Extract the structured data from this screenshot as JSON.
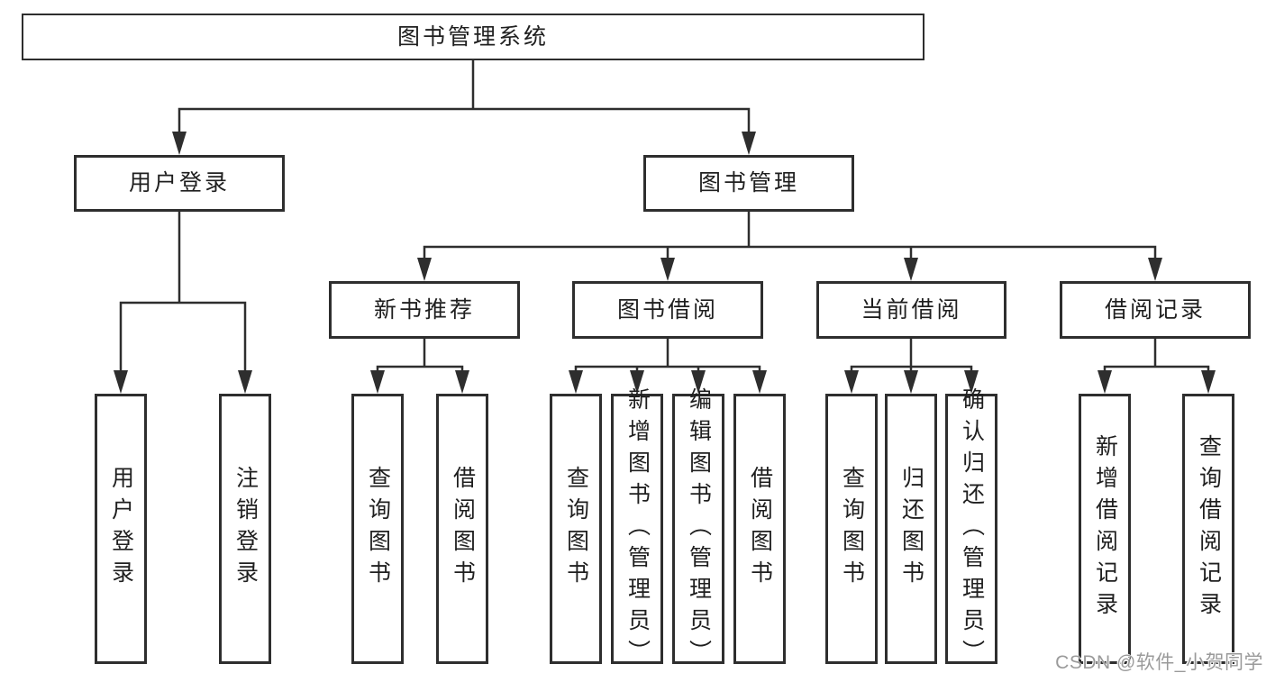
{
  "colors": {
    "background": "#ffffff",
    "line": "#2e2e2e",
    "box_border": "#2e2e2e",
    "text": "#1f1f1f",
    "watermark": "#9a9a9a"
  },
  "watermark": {
    "text": "CSDN @软件_小贺同学"
  },
  "diagram": {
    "type": "hierarchy-tree",
    "nodes": {
      "root": {
        "label": "图书管理系统"
      },
      "user_login": {
        "label": "用户登录"
      },
      "book_mgmt": {
        "label": "图书管理"
      },
      "new_book_rec": {
        "label": "新书推荐"
      },
      "book_borrow": {
        "label": "图书借阅"
      },
      "current_borrow": {
        "label": "当前借阅"
      },
      "borrow_record": {
        "label": "借阅记录"
      },
      "leaf_user_login": {
        "label": "用户登录"
      },
      "leaf_logout": {
        "label": "注销登录"
      },
      "leaf_nb_query_book": {
        "label": "查询图书"
      },
      "leaf_nb_borrow_book": {
        "label": "借阅图书"
      },
      "leaf_bb_query_book": {
        "label": "查询图书"
      },
      "leaf_bb_add_book": {
        "label": "新增图书（管理员）"
      },
      "leaf_bb_edit_book": {
        "label": "编辑图书（管理员）"
      },
      "leaf_bb_borrow_book": {
        "label": "借阅图书"
      },
      "leaf_cb_query_book": {
        "label": "查询图书"
      },
      "leaf_cb_return_book": {
        "label": "归还图书"
      },
      "leaf_cb_confirm_return": {
        "label": "确认归还（管理员）"
      },
      "leaf_br_add_record": {
        "label": "新增借阅记录"
      },
      "leaf_br_query_record": {
        "label": "查询借阅记录"
      }
    },
    "edges": [
      [
        "root",
        "user_login"
      ],
      [
        "root",
        "book_mgmt"
      ],
      [
        "user_login",
        "leaf_user_login"
      ],
      [
        "user_login",
        "leaf_logout"
      ],
      [
        "book_mgmt",
        "new_book_rec"
      ],
      [
        "book_mgmt",
        "book_borrow"
      ],
      [
        "book_mgmt",
        "current_borrow"
      ],
      [
        "book_mgmt",
        "borrow_record"
      ],
      [
        "new_book_rec",
        "leaf_nb_query_book"
      ],
      [
        "new_book_rec",
        "leaf_nb_borrow_book"
      ],
      [
        "book_borrow",
        "leaf_bb_query_book"
      ],
      [
        "book_borrow",
        "leaf_bb_add_book"
      ],
      [
        "book_borrow",
        "leaf_bb_edit_book"
      ],
      [
        "book_borrow",
        "leaf_bb_borrow_book"
      ],
      [
        "current_borrow",
        "leaf_cb_query_book"
      ],
      [
        "current_borrow",
        "leaf_cb_return_book"
      ],
      [
        "current_borrow",
        "leaf_cb_confirm_return"
      ],
      [
        "borrow_record",
        "leaf_br_add_record"
      ],
      [
        "borrow_record",
        "leaf_br_query_record"
      ]
    ]
  }
}
